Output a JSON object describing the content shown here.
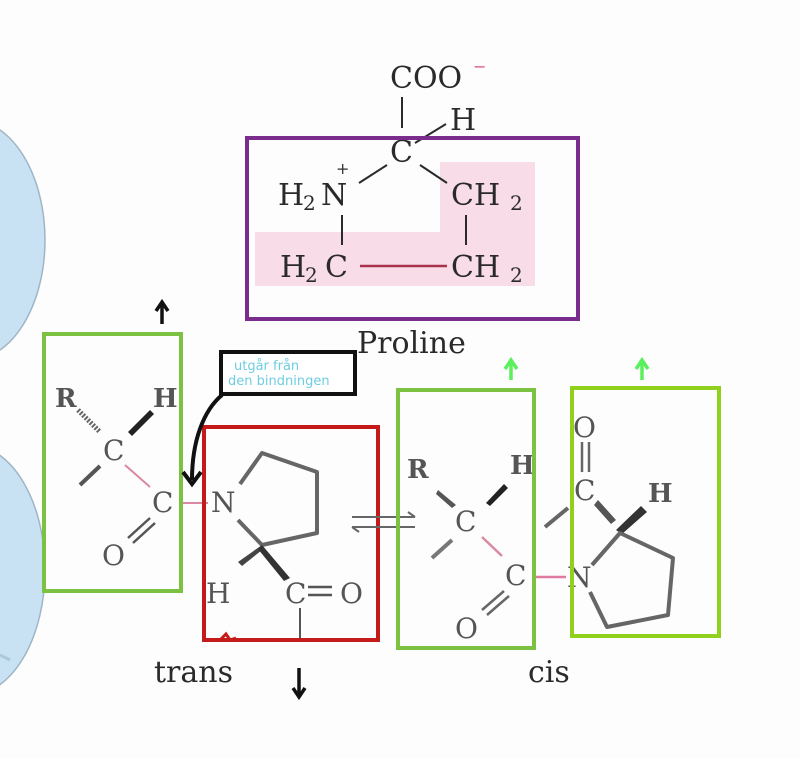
{
  "proline": {
    "carboxylate": "COO",
    "charge_minus": "−",
    "alpha_h": "H",
    "alpha_c": "C",
    "amine_h2": "H",
    "amine_sub2": "2",
    "amine_n": "N",
    "charge_plus": "+",
    "ch2_right_top": "CH",
    "sub2_a": "2",
    "h2c_h": "H",
    "h2c_sub2": "2",
    "h2c_c": "C",
    "ch2_right_bottom": "CH",
    "sub2_b": "2",
    "name": "Proline"
  },
  "trans": {
    "r": "R",
    "h_top": "H",
    "c_alpha": "C",
    "c_carbonyl": "C",
    "o_carbonyl": "O",
    "n": "N",
    "h_ring": "H",
    "co_c": "C",
    "co_eq": "=",
    "co_o": "O",
    "label": "trans"
  },
  "cis": {
    "r": "R",
    "h_top": "H",
    "c_alpha": "C",
    "c_carbonyl": "C",
    "o_carbonyl": "O",
    "n": "N",
    "ring_o": "O",
    "ring_c": "C",
    "ring_h": "H",
    "label": "cis"
  },
  "annotation": {
    "line1": "utgår från",
    "line2": "den bindningen"
  },
  "colors": {
    "proline_box": "#7b2d8e",
    "trans_box": "#c41a1a",
    "green_box": "#7cc242",
    "lime_box": "#8fd11c",
    "highlight": "#f7d7e4",
    "bond_pink": "#d98aa0",
    "arrow_green": "#5cef5c",
    "note_text": "#6ecde0",
    "bg_circle": "#c9e2f3"
  }
}
